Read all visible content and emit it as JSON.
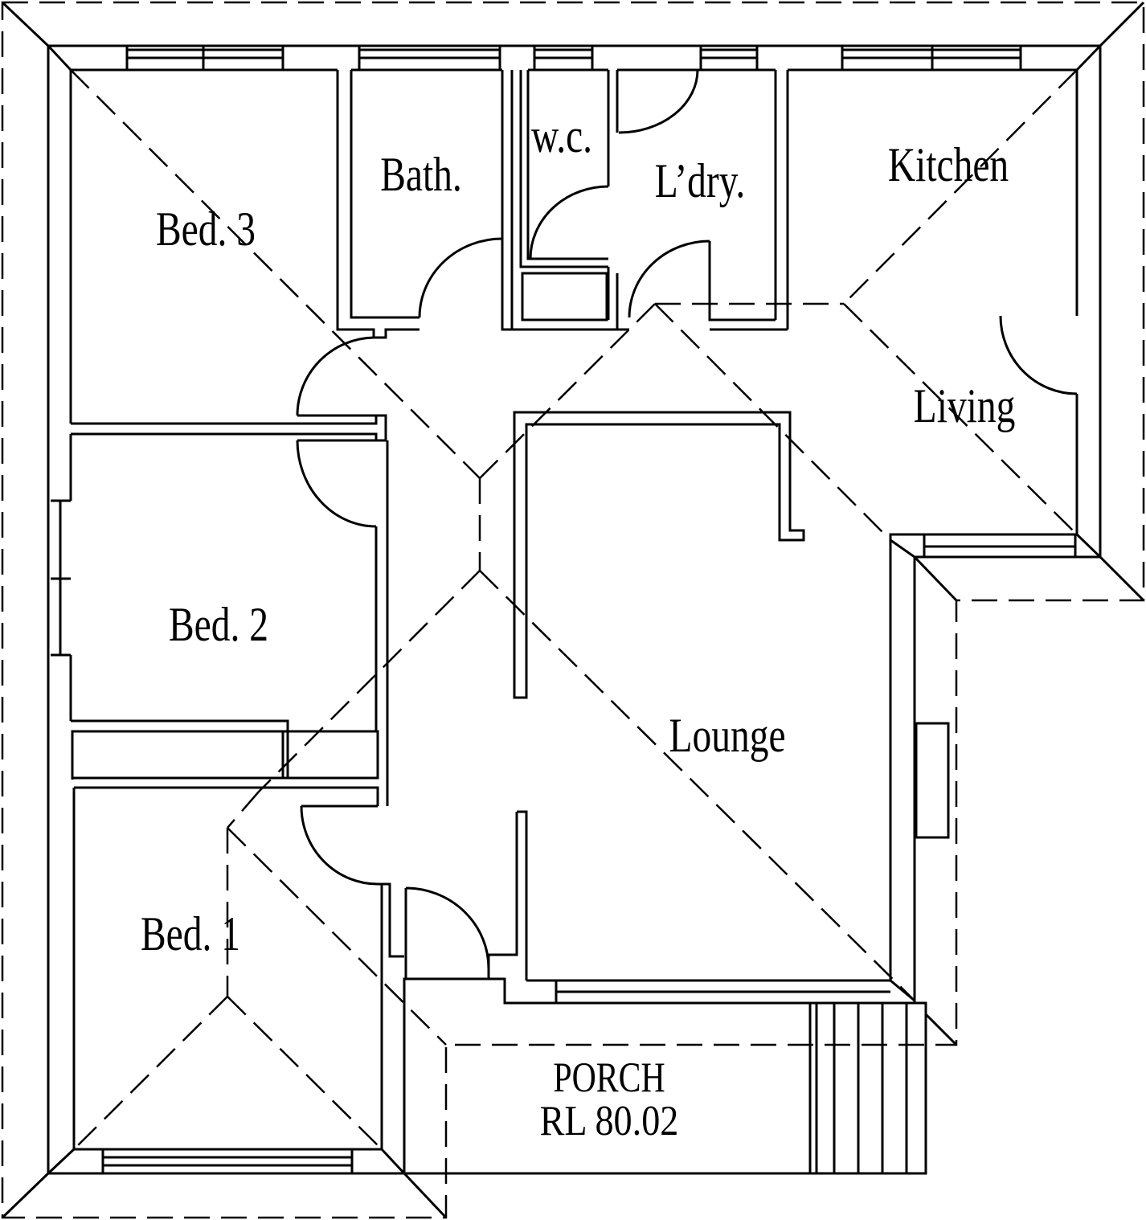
{
  "rooms": {
    "bed3": "Bed. 3",
    "bath": "Bath.",
    "wc": "w.c.",
    "laundry": "L’dry.",
    "kitchen": "Kitchen",
    "living": "Living",
    "bed2": "Bed. 2",
    "lounge": "Lounge",
    "bed1": "Bed. 1"
  },
  "porch": {
    "label": "PORCH",
    "level": "RL 80.02"
  },
  "colors": {
    "line": "#000000",
    "background": "#ffffff"
  }
}
